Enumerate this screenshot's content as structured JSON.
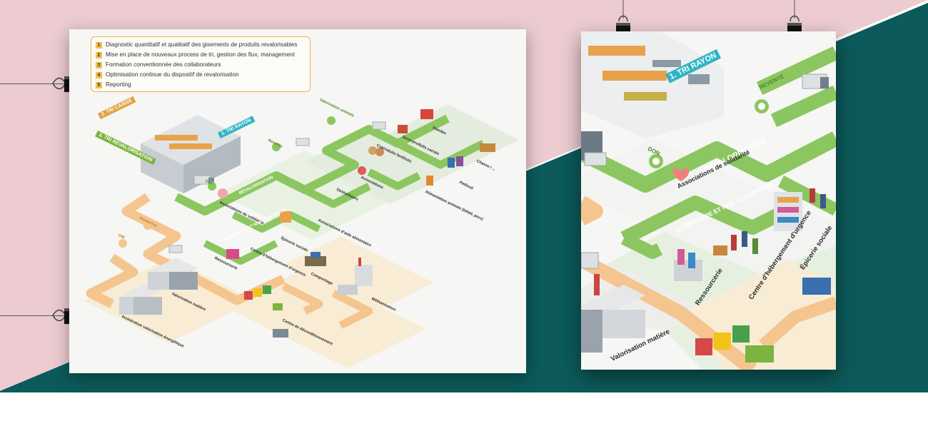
{
  "colors": {
    "pink": "#ecccd1",
    "teal": "#0c5a5a",
    "green": "#8cc660",
    "orange": "#f5c58f",
    "paper": "#f6f6f4"
  },
  "legend": {
    "items": [
      {
        "num": "1",
        "text": "Diagnostic quantitatif et qualitatif des gisements de produits revalorisables"
      },
      {
        "num": "2",
        "text": "Mise en place de nouveaux process de tri, gestion des flux, management"
      },
      {
        "num": "3",
        "text": "Formation conventionnée des collaborateurs"
      },
      {
        "num": "4",
        "text": "Optimisation continue du dispositif de revalorisation"
      },
      {
        "num": "5",
        "text": "Reporting"
      }
    ]
  },
  "left": {
    "tri_caisse": "2. TRI CAISSE",
    "tri_revalorisation": "3. TRI REVALORISATION",
    "tri_rayon": "1. TRI RAYON",
    "revalorisation": "REVALORISATION",
    "revente": "Revente",
    "valorisation_animale": "Valorisation animale",
    "don": "Don",
    "biodechet": "Biodéchet",
    "dib": "DIB",
    "assoc_solidarite": "Associations de solidarité",
    "alim_non_alim": "ALIMENTAIRE ET NON ALIMENTAIRE",
    "ressourcerie": "Ressourcerie",
    "centre_hebergement": "Centre d'hébergement d'urgence",
    "epicerie": "Épicerie sociale",
    "assoc_aide": "Associations d'aide alimentaire",
    "destockeurs": "Destockeurs",
    "associations": "Associations",
    "coproduits": "Coproduits fertilisés",
    "sous_produits": "Sous-produits carnés",
    "viandes": "Viandes",
    "alimentation_animale": "Alimentation animale (bétail, porc)",
    "petfood": "Petfood",
    "chasse": "Chasse / ...",
    "valorisation_matiere": "Valorisation matière",
    "incineration": "Incinération valorisation énergétique",
    "compostage": "Compostage",
    "methanisation": "Méthanisation",
    "centre_deconditionnement": "Centre de déconditionnement"
  },
  "right": {
    "tri_rayon": "1. TRI RAYON",
    "revente": "REVENTE",
    "revalorisation": "REVALORISATION",
    "don": "DON",
    "assoc_solidarite": "Associations de solidarité",
    "alim_non_alim": "ALIMENTAIRE ET NON ALIMENTAIRE",
    "ressourcerie": "Ressourcerie",
    "centre_hebergement": "Centre d'hébergement d'urgence",
    "epicerie": "Épicerie sociale",
    "valorisation_matiere": "Valorisation matière"
  }
}
